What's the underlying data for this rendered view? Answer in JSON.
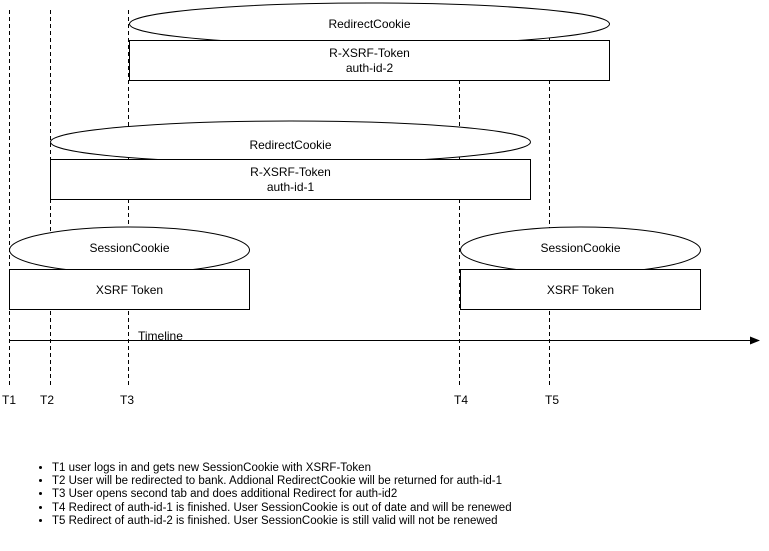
{
  "timeline_label": "Timeline",
  "time_markers": [
    "T1",
    "T2",
    "T3",
    "T4",
    "T5"
  ],
  "cookies": [
    {
      "oval_label": "RedirectCookie",
      "box_lines": [
        "R-XSRF-Token",
        "auth-id-2"
      ]
    },
    {
      "oval_label": "RedirectCookie",
      "box_lines": [
        "R-XSRF-Token",
        "auth-id-1"
      ]
    },
    {
      "oval_label": "SessionCookie",
      "box_lines": [
        "XSRF Token"
      ]
    },
    {
      "oval_label": "SessionCookie",
      "box_lines": [
        "XSRF Token"
      ]
    }
  ],
  "notes": [
    "T1 user logs in and gets new SessionCookie with XSRF-Token",
    "T2 User will be redirected to bank. Addional RedirectCookie will be returned for auth-id-1",
    "T3 User opens second tab and does additional Redirect for auth-id2",
    "T4 Redirect of auth-id-1 is finished. User SessionCookie is out of date and will be renewed",
    "T5 Redirect of auth-id-2 is finished. User SessionCookie is still valid will not be renewed"
  ]
}
